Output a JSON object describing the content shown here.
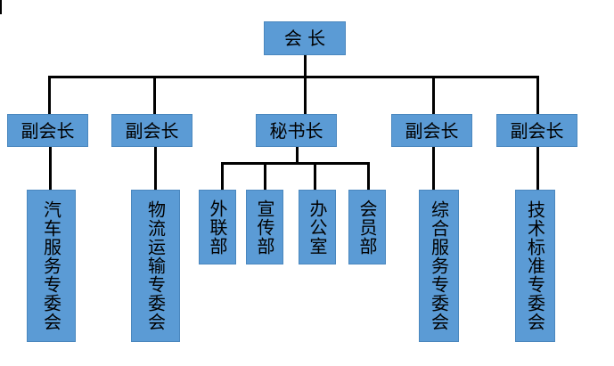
{
  "org_chart": {
    "root": "会 长",
    "level2": [
      "副会长",
      "副会长",
      "秘书长",
      "副会长",
      "副会长"
    ],
    "committees": {
      "left_1": "汽车服务专委会",
      "left_2": "物流运输专委会",
      "right_1": "综合服务专委会",
      "right_2": "技术标准专委会"
    },
    "secretariat_departments": [
      "外联部",
      "宣传部",
      "办公室",
      "会员部"
    ],
    "colors": {
      "box_fill": "#5b9bd5",
      "box_border": "#4a87be",
      "connector": "#000000"
    }
  }
}
